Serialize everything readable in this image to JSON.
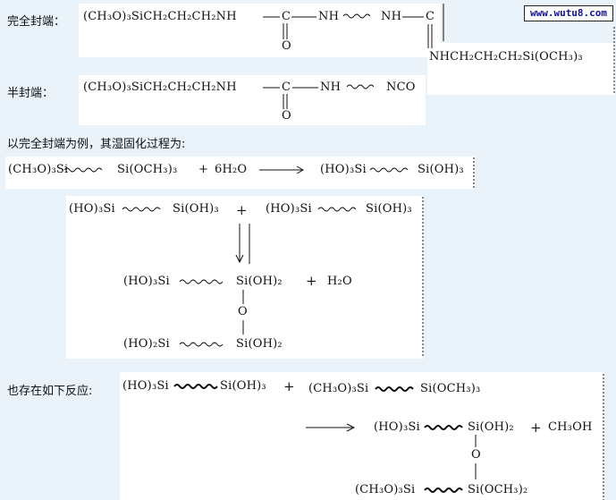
{
  "watermark": "www.wutu8.com",
  "section1": {
    "label_full": "完全封端：",
    "label_half": "半封端：",
    "full_left": "(CH₃O)₃SiCH₂CH₂CH₂NH",
    "full_C": "C",
    "full_O": "O",
    "full_NH1": "NH",
    "full_NH2": "NH",
    "full_C2": "C",
    "full_tail": "NHCH₂CH₂CH₂Si(OCH₃)₃",
    "half_left": "(CH₃O)₃SiCH₂CH₂CH₂NH",
    "half_C": "C",
    "half_O": "O",
    "half_NH": "NH",
    "half_NCO": "NCO"
  },
  "section2": {
    "intro": "以完全封端为例，其湿固化过程为:",
    "eq1_left": "(CH₃O)₃Si",
    "eq1_si": "Si(OCH₃)₃",
    "eq1_plus": "+",
    "eq1_water": "6H₂O",
    "eq1_right_a": "(HO)₃Si",
    "eq1_right_b": "Si(OH)₃",
    "eq2_a1": "(HO)₃Si",
    "eq2_a2": "Si(OH)₃",
    "eq2_plus": "+",
    "eq2_b1": "(HO)₃Si",
    "eq2_b2": "Si(OH)₃",
    "prod_top_a": "(HO)₃Si",
    "prod_top_b": "Si(OH)₂",
    "prod_plus": "+",
    "prod_water": "H₂O",
    "prod_O": "O",
    "prod_bot_a": "(HO)₂Si",
    "prod_bot_b": "Si(OH)₂"
  },
  "section3": {
    "label": "也存在如下反应:",
    "r_a1": "(HO)₃Si",
    "r_a2": "Si(OH)₃",
    "r_plus": "+",
    "r_b1": "(CH₃O)₃Si",
    "r_b2": "Si(OCH₃)₃",
    "p_top_a": "(HO)₃Si",
    "p_top_b": "Si(OH)₂",
    "p_plus": "+",
    "p_meoh": "CH₃OH",
    "p_O": "O",
    "p_bot_a": "(CH₃O)₃Si",
    "p_bot_b": "Si(OCH₃)₂"
  }
}
